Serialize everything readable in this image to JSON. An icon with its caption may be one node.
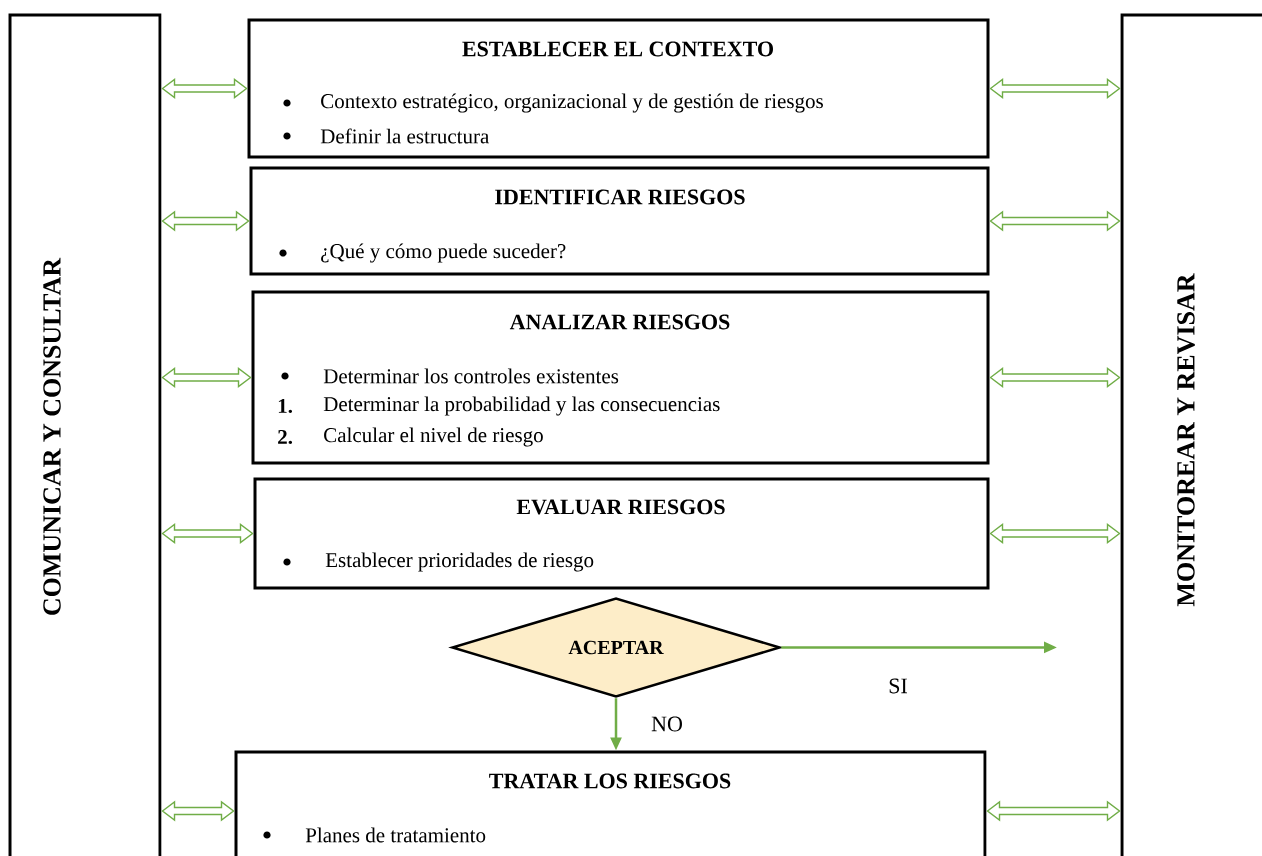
{
  "diagram": {
    "nodes": [
      {
        "text": [
          "COMUNICAR Y CONSULTAR"
        ]
      },
      {
        "text": [
          "MONITOREAR Y REVISAR"
        ]
      },
      {
        "text": [
          "ESTABLECER EL CONTEXTO",
          "Contexto estratégico, organizacional y de gestión de riesgos",
          "Definir la estructura"
        ]
      },
      {
        "text": [
          "IDENTIFICAR RIESGOS",
          "¿Qué y cómo puede suceder?"
        ]
      },
      {
        "text": [
          "ANALIZAR RIESGOS",
          "Determinar los controles existentes",
          "1.",
          "Determinar la probabilidad y las consecuencias",
          "2.",
          "Calcular el nivel de riesgo"
        ]
      },
      {
        "text": [
          "EVALUAR RIESGOS",
          "Establecer prioridades de riesgo"
        ]
      },
      {
        "text": [
          "ACEPTAR"
        ]
      },
      {
        "text": [
          "TRATAR LOS RIESGOS",
          "Planes de tratamiento"
        ]
      }
    ],
    "edges": [
      {
        "from": 0,
        "to": 2,
        "arrow": "both"
      },
      {
        "from": 2,
        "to": 1,
        "arrow": "both"
      },
      {
        "from": 0,
        "to": 3,
        "arrow": "both"
      },
      {
        "from": 3,
        "to": 1,
        "arrow": "both"
      },
      {
        "from": 0,
        "to": 4,
        "arrow": "both"
      },
      {
        "from": 4,
        "to": 1,
        "arrow": "both"
      },
      {
        "from": 0,
        "to": 5,
        "arrow": "both"
      },
      {
        "from": 5,
        "to": 1,
        "arrow": "both"
      },
      {
        "from": 6,
        "to": null,
        "arrow": "to",
        "label": "SI"
      },
      {
        "from": 6,
        "to": 7,
        "arrow": "to",
        "label": "NO"
      },
      {
        "from": 0,
        "to": 7,
        "arrow": "both"
      },
      {
        "from": 7,
        "to": 1,
        "arrow": "both"
      }
    ]
  }
}
